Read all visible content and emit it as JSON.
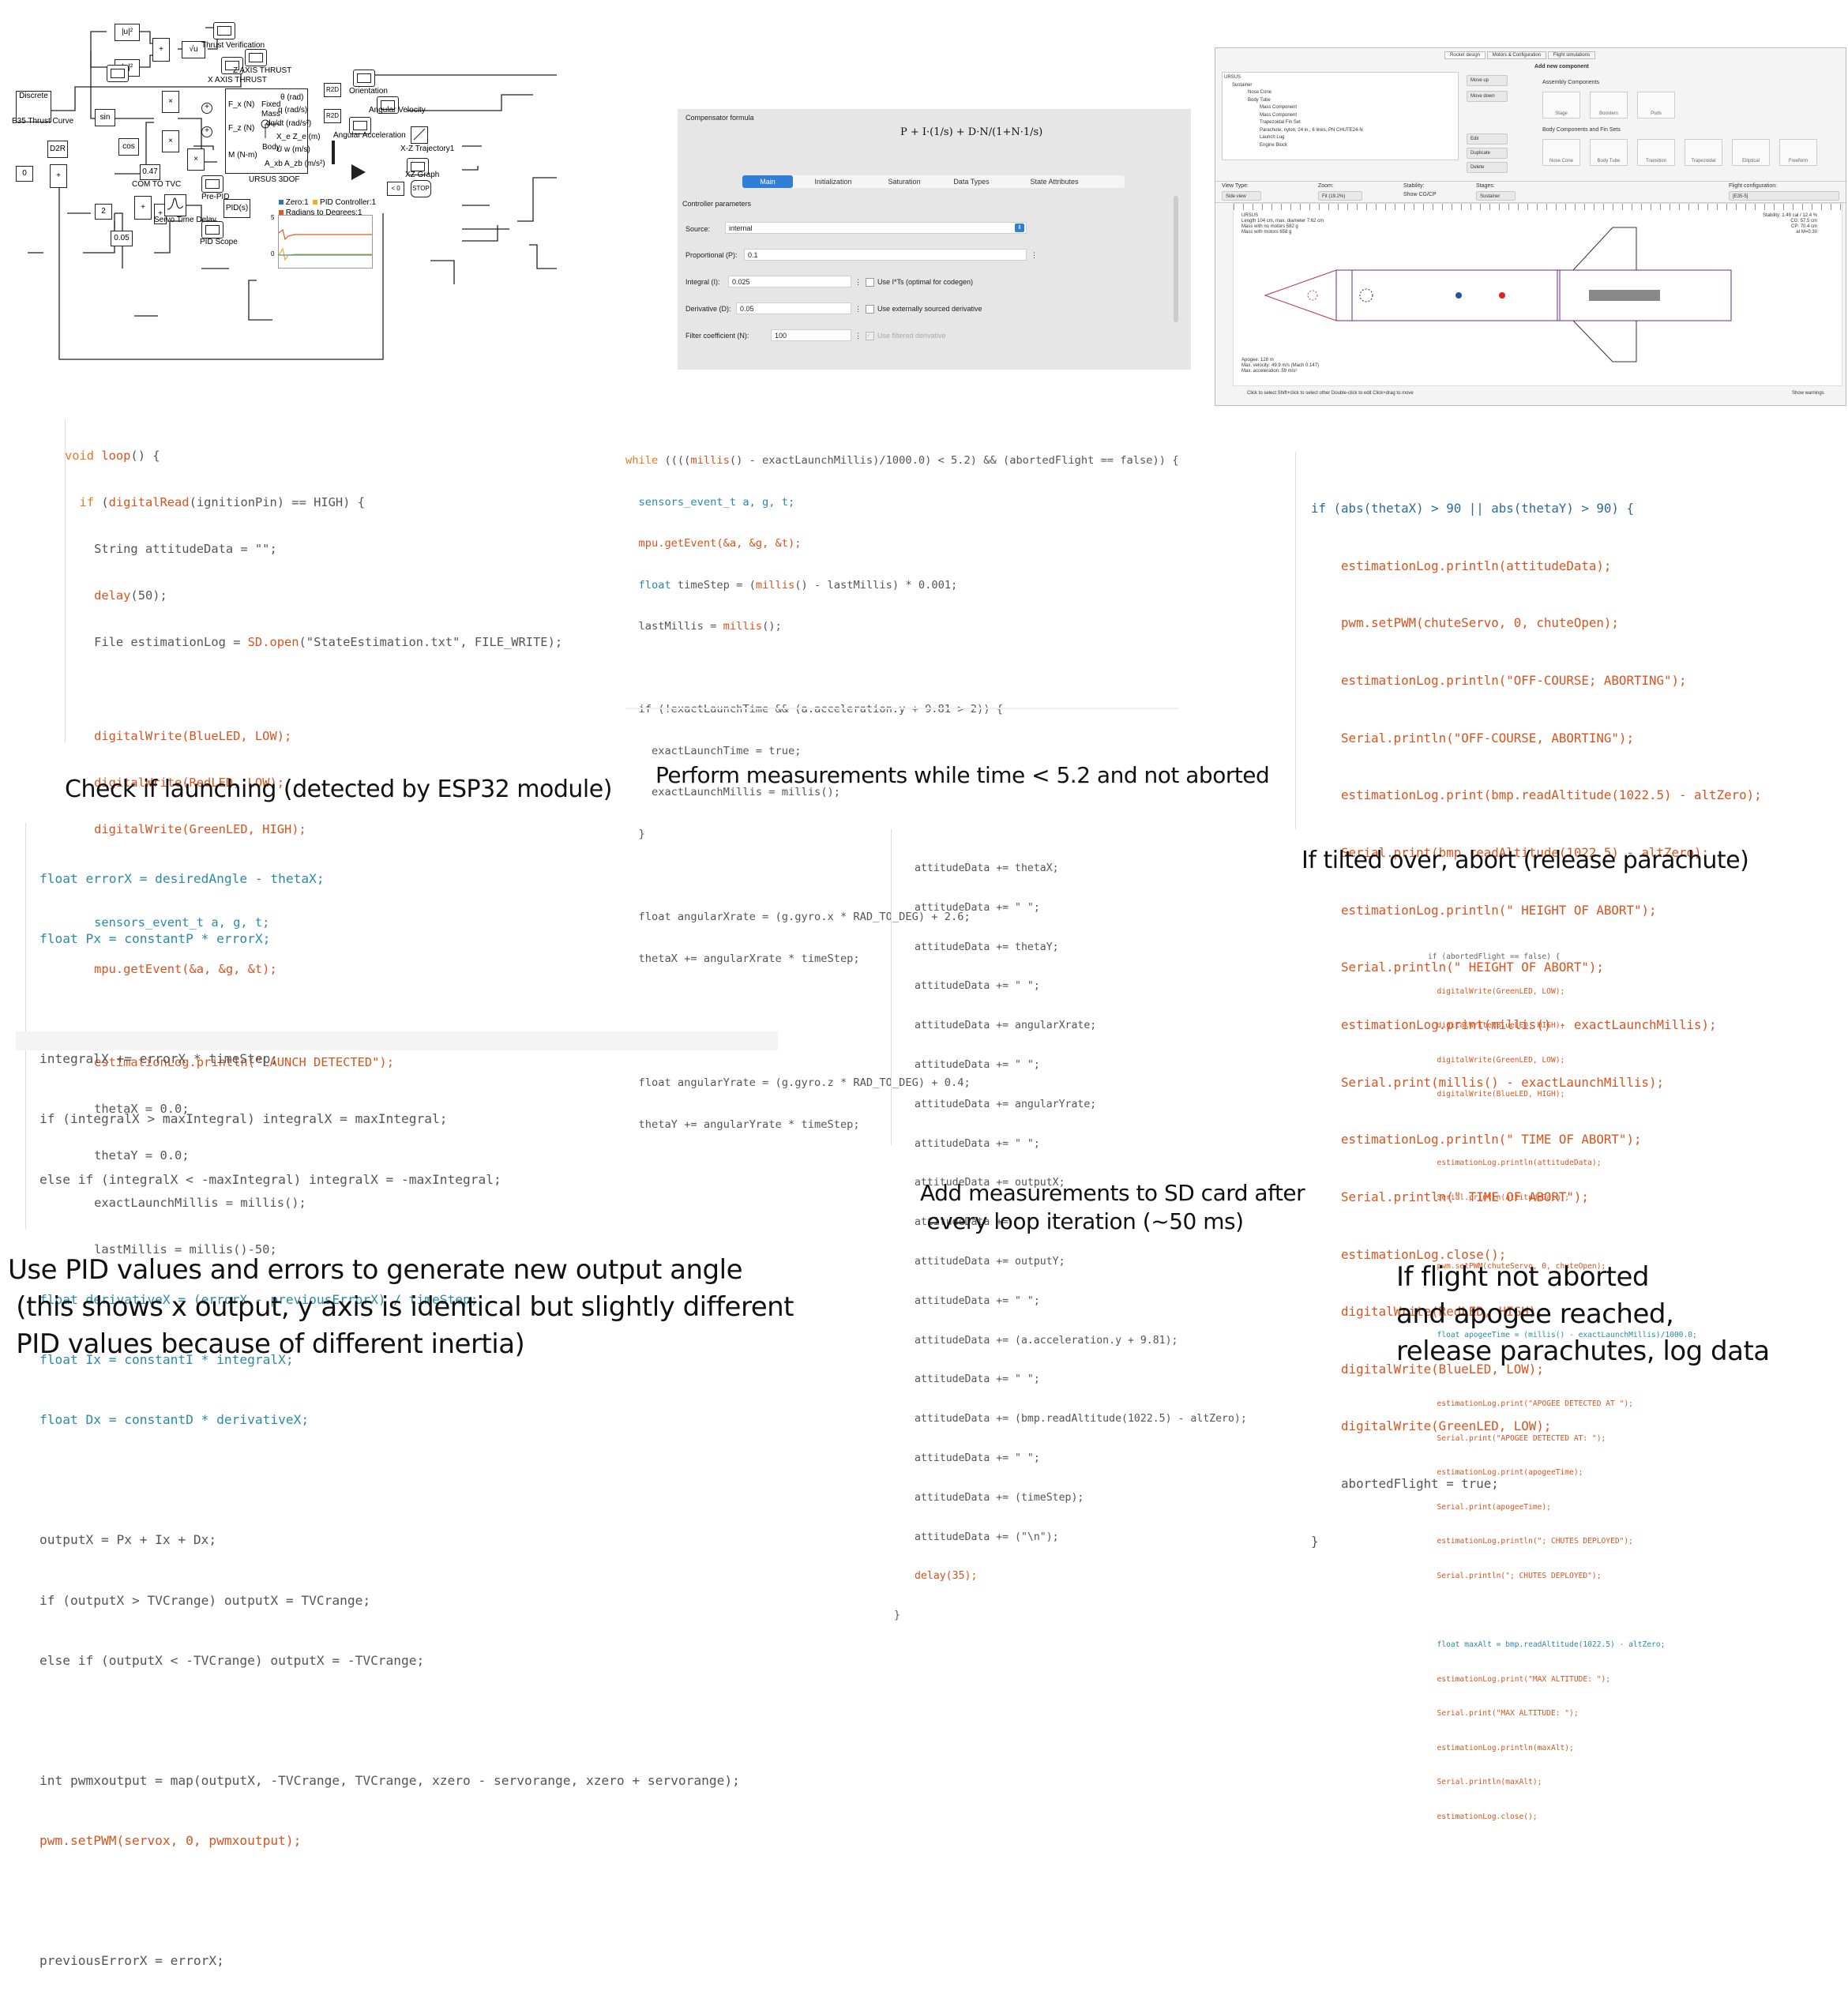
{
  "simulink": {
    "blocks": {
      "discrete": "Discrete",
      "thrust_curve": "E35 Thrust Curve",
      "u2a": "|u|²",
      "u2b": "|u|²",
      "sqrt": "√u",
      "thrust_verification": "Thrust Verification",
      "x_axis_thrust": "X AXIS THRUST",
      "z_axis_thrust": "Z AXIS THRUST",
      "sin": "sin",
      "cos": "cos",
      "d2r": "D2R",
      "zero": "0",
      "gain047": "0.47",
      "com_to_tvc": "COM TO TVC",
      "two": "2",
      "p005": "0.05",
      "servo_delay": "Servo Time Delay",
      "pre_pid": "Pre-PID",
      "pid": "PID(s)",
      "pid_scope": "PID Scope",
      "fx": "F_x (N)",
      "fz": "F_z (N)",
      "m": "M (N-m)",
      "fixed_mass": "Fixed Mass",
      "body": "Body",
      "theta_rad": "θ (rad)",
      "q_rads": "q (rad/s)",
      "dqdt": "dq/dt (rad/s²)",
      "xz": "X_e Z_e (m)",
      "uw": "U w (m/s)",
      "axaz": "A_xb A_zb (m/s²)",
      "ursus": "URSUS 3DOF",
      "r2d1": "R2D",
      "r2d2": "R2D",
      "orientation": "Orientation",
      "angular_velocity": "Angular Velocity",
      "angular_acceleration": "Angular Acceleration",
      "xz_traj": "X-Z Trajectory1",
      "xz_graph": "XZ Graph",
      "lt0": "< 0",
      "stop": "STOP",
      "x": "×",
      "plus": "+"
    },
    "legend": [
      {
        "label": "Zero:1",
        "color": "#2e72b8"
      },
      {
        "label": "PID Controller:1",
        "color": "#e8b220"
      },
      {
        "label": "Radians to Degrees:1",
        "color": "#e05a20"
      }
    ],
    "mini_plot": {
      "ytick_top": "5",
      "ytick_zero": "0"
    }
  },
  "compensator": {
    "title": "Compensator formula",
    "formula": "P + I·(1/s) + D·N/(1+N·1/s)",
    "tabs": [
      "Main",
      "Initialization",
      "Saturation",
      "Data Types",
      "State Attributes"
    ],
    "section": "Controller parameters",
    "source_label": "Source:",
    "source_value": "internal",
    "p_label": "Proportional (P):",
    "p_value": "0.1",
    "i_label": "Integral (I):",
    "i_value": "0.025",
    "i_check": "Use I*Ts (optimal for codegen)",
    "d_label": "Derivative (D):",
    "d_value": "0.05",
    "d_check": "Use externally sourced derivative",
    "n_label": "Filter coefficient (N):",
    "n_value": "100",
    "n_check": "Use filtered derivative"
  },
  "openrocket": {
    "tabs": [
      "Rocket design",
      "Motors & Configuration",
      "Flight simulations"
    ],
    "tree": [
      "URSUS",
      "Sustainer",
      "Nose Cone",
      "Body Tube",
      "Mass Component",
      "Mass Component",
      "Trapezoidal Fin Set",
      "Parachute, nylon, 24 in., 6 lines, PN CHUTE24-N",
      "Launch Lug",
      "Engine Block"
    ],
    "buttons": [
      "Move up",
      "Move down",
      "Edit",
      "Duplicate",
      "Delete"
    ],
    "add_title": "Add new component",
    "assembly": "Assembly Components",
    "assembly_items": [
      "Stage",
      "Boosters",
      "Pods"
    ],
    "body_title": "Body Components and Fin Sets",
    "body_items": [
      "Nose Cone",
      "Body Tube",
      "Transition",
      "Trapezoidal",
      "Elliptical",
      "Freeform"
    ],
    "view_type_label": "View Type:",
    "view_type": "Side view",
    "zoom_label": "Zoom:",
    "zoom": "Fit (19.2%)",
    "stability_label": "Stability:",
    "show_cg": "Show CG/CP",
    "stages_label": "Stages:",
    "stage": "Sustainer",
    "flight_config_label": "Flight configuration:",
    "flight_config": "[E35-5]",
    "info": [
      "URSUS",
      "Length 104 cm, max. diameter 7.62 cm",
      "Mass with no motors 582 g",
      "Mass with motors 658 g"
    ],
    "stability": [
      "Stability: 1.49 cal / 12.4 %",
      "CG: 57.5 cm",
      "CP: 70.4 cm",
      "at M=0.30"
    ],
    "results": [
      "Apogee: 128 m",
      "Max. velocity: 49.9 m/s (Mach 0.147)",
      "Max. acceleration: 59 m/s²"
    ],
    "status": "Click to select   Shift+click to select other   Double-click to edit   Click+drag to move",
    "show_warnings": "Show warnings"
  },
  "code_blocks": {
    "launch": [
      "void loop() {",
      "  if (digitalRead(ignitionPin) == HIGH) {",
      "    String attitudeData = \"\";",
      "    delay(50);",
      "    File estimationLog = SD.open(\"StateEstimation.txt\", FILE_WRITE);",
      "",
      "    digitalWrite(BlueLED, LOW);",
      "    digitalWrite(RedLED, LOW);",
      "    digitalWrite(GreenLED, HIGH);",
      "",
      "    sensors_event_t a, g, t;",
      "    mpu.getEvent(&a, &g, &t);",
      "",
      "    estimationLog.println(\"LAUNCH DETECTED\");",
      "    thetaX = 0.0;",
      "    thetaY = 0.0;",
      "    exactLaunchMillis = millis();",
      "    lastMillis = millis()-50;"
    ],
    "measure": [
      "while ((((millis() - exactLaunchMillis)/1000.0) < 5.2) && (abortedFlight == false)) {",
      "  sensors_event_t a, g, t;",
      "  mpu.getEvent(&a, &g, &t);",
      "  float timeStep = (millis() - lastMillis) * 0.001;",
      "  lastMillis = millis();",
      "",
      "  if (!exactLaunchTime && (a.acceleration.y + 9.81 > 2)) {",
      "    exactLaunchTime = true;",
      "    exactLaunchMillis = millis();",
      "  }",
      "",
      "  float angularXrate = (g.gyro.x * RAD_TO_DEG) + 2.6;",
      "  thetaX += angularXrate * timeStep;",
      "",
      "",
      "  float angularYrate = (g.gyro.z * RAD_TO_DEG) + 0.4;",
      "  thetaY += angularYrate * timeStep;"
    ],
    "abort": [
      "if (abs(thetaX) > 90 || abs(thetaY) > 90) {",
      "    estimationLog.println(attitudeData);",
      "    pwm.setPWM(chuteServo, 0, chuteOpen);",
      "    estimationLog.println(\"OFF-COURSE; ABORTING\");",
      "    Serial.println(\"OFF-COURSE, ABORTING\");",
      "    estimationLog.print(bmp.readAltitude(1022.5) - altZero);",
      "    Serial.print(bmp.readAltitude(1022.5) - altZero);",
      "    estimationLog.println(\" HEIGHT OF ABORT\");",
      "    Serial.println(\" HEIGHT OF ABORT\");",
      "    estimationLog.print(millis() - exactLaunchMillis);",
      "    Serial.print(millis() - exactLaunchMillis);",
      "    estimationLog.println(\" TIME OF ABORT\");",
      "    Serial.println(\" TIME OF ABORT\");",
      "    estimationLog.close();",
      "    digitalWrite(RedLED, HIGH);",
      "    digitalWrite(BlueLED, LOW);",
      "    digitalWrite(GreenLED, LOW);",
      "    abortedFlight = true;",
      "}"
    ],
    "pid": [
      "float errorX = desiredAngle - thetaX;",
      "float Px = constantP * errorX;",
      "",
      "integralX += errorX * timeStep;",
      "if (integralX > maxIntegral) integralX = maxIntegral;",
      "else if (integralX < -maxIntegral) integralX = -maxIntegral;",
      "",
      "float derivativeX = (errorX - previousErrorX) / timeStep;",
      "float Ix = constantI * integralX;",
      "float Dx = constantD * derivativeX;",
      "",
      "outputX = Px + Ix + Dx;",
      "if (outputX > TVCrange) outputX = TVCrange;",
      "else if (outputX < -TVCrange) outputX = -TVCrange;",
      "",
      "int pwmxoutput = map(outputX, -TVCrange, TVCrange, xzero - servorange, xzero + servorange);",
      "pwm.setPWM(servox, 0, pwmxoutput);",
      "",
      "previousErrorX = errorX;"
    ],
    "sdcard": [
      "attitudeData += thetaX;",
      "attitudeData += \" \";",
      "attitudeData += thetaY;",
      "attitudeData += \" \";",
      "attitudeData += angularXrate;",
      "attitudeData += \" \";",
      "attitudeData += angularYrate;",
      "attitudeData += \" \";",
      "attitudeData += outputX;",
      "attitudeData += \" \";",
      "attitudeData += outputY;",
      "attitudeData += \" \";",
      "attitudeData += (a.acceleration.y + 9.81);",
      "attitudeData += \" \";",
      "attitudeData += (bmp.readAltitude(1022.5) - altZero);",
      "attitudeData += \" \";",
      "attitudeData += (timeStep);",
      "attitudeData += (\"\\n\");",
      "delay(35);",
      "}"
    ],
    "apogee": [
      "if (abortedFlight == false) {",
      "  digitalWrite(GreenLED, LOW);",
      "  digitalWrite(BlueLED, HIGH);",
      "  digitalWrite(GreenLED, LOW);",
      "  digitalWrite(BlueLED, HIGH);",
      "",
      "  estimationLog.println(attitudeData);",
      "  Serial.println(attitudeData);",
      "",
      "  pwm.setPWM(chuteServo, 0, chuteOpen);",
      "",
      "  float apogeeTime = (millis() - exactLaunchMillis)/1000.0;",
      "",
      "  estimationLog.print(\"APOGEE DETECTED AT \");",
      "  Serial.print(\"APOGEE DETECTED AT: \");",
      "  estimationLog.print(apogeeTime);",
      "  Serial.print(apogeeTime);",
      "  estimationLog.println(\"; CHUTES DEPLOYED\");",
      "  Serial.println(\"; CHUTES DEPLOYED\");",
      "",
      "  float maxAlt = bmp.readAltitude(1022.5) - altZero;",
      "  estimationLog.print(\"MAX ALTITUDE: \");",
      "  Serial.print(\"MAX ALTITUDE: \");",
      "  estimationLog.println(maxAlt);",
      "  Serial.println(maxAlt);",
      "  estimationLog.close();"
    ]
  },
  "captions": {
    "launch": "Check if launching (detected by ESP32 module)",
    "measure": "Perform measurements while time < 5.2 and not aborted",
    "abort": "If tilted over, abort (release parachute)",
    "pid": "Use PID values and errors to generate new output angle\n (this shows x output, y axis is identical but slightly different\n PID values because of different inertia)",
    "sdcard": "Add measurements to SD card after\n every loop iteration (~50 ms)",
    "apogee": "If flight not aborted\nand apogee reached,\nrelease parachutes, log data"
  },
  "colors": {
    "keyword": "#e07a20",
    "function": "#d9531e",
    "type": "#2a8aa5",
    "code_text": "#555555",
    "tab_active": "#2f7fd6"
  }
}
